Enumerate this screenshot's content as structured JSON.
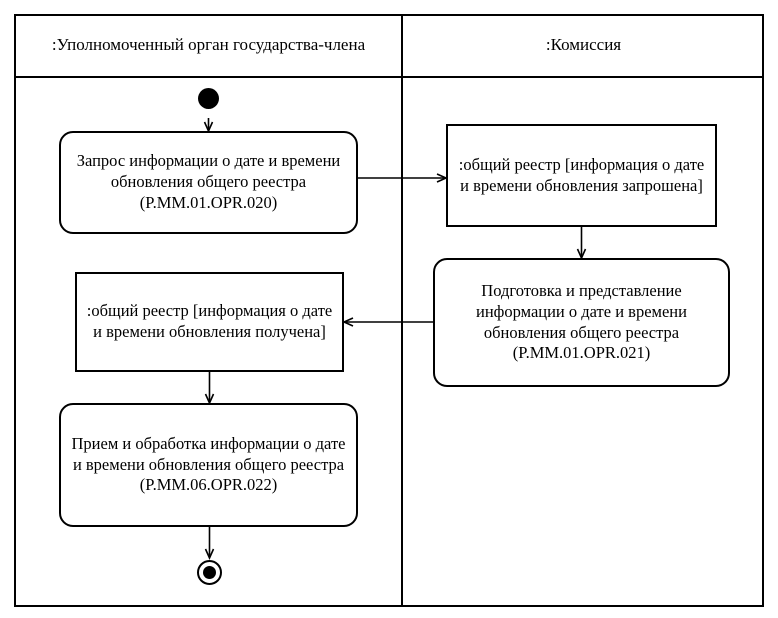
{
  "diagram": {
    "type": "uml-activity-diagram",
    "language": "ru",
    "lanes": [
      {
        "id": "member-state-body",
        "title": ":Уполномоченный орган государства-члена"
      },
      {
        "id": "commission",
        "title": ":Комиссия"
      }
    ],
    "nodes": {
      "start": {
        "kind": "initial-node",
        "lane": "member-state-body"
      },
      "request_info": {
        "kind": "action",
        "lane": "member-state-body",
        "label": "Запрос информации о дате и времени обновления общего реестра (P.MM.01.OPR.020)"
      },
      "registry_requested": {
        "kind": "object",
        "lane": "commission",
        "label": ":общий реестр [информация о дате и времени обновления запрошена]"
      },
      "prepare_info": {
        "kind": "action",
        "lane": "commission",
        "label": "Подготовка и представление информации о дате и времени обновления общего реестра (P.MM.01.OPR.021)"
      },
      "registry_received": {
        "kind": "object",
        "lane": "member-state-body",
        "label": ":общий реестр [информация о дате и времени обновления получена]"
      },
      "process_info": {
        "kind": "action",
        "lane": "member-state-body",
        "label": "Прием и обработка информации о дате и времени обновления общего реестра (P.MM.06.OPR.022)"
      },
      "end": {
        "kind": "final-node",
        "lane": "member-state-body"
      }
    },
    "edges": [
      {
        "from": "start",
        "to": "request_info",
        "direction": "down"
      },
      {
        "from": "request_info",
        "to": "registry_requested",
        "direction": "right"
      },
      {
        "from": "registry_requested",
        "to": "prepare_info",
        "direction": "down"
      },
      {
        "from": "prepare_info",
        "to": "registry_received",
        "direction": "left"
      },
      {
        "from": "registry_received",
        "to": "process_info",
        "direction": "down"
      },
      {
        "from": "process_info",
        "to": "end",
        "direction": "down"
      }
    ],
    "colors": {
      "stroke": "#000000",
      "background": "#ffffff"
    }
  }
}
